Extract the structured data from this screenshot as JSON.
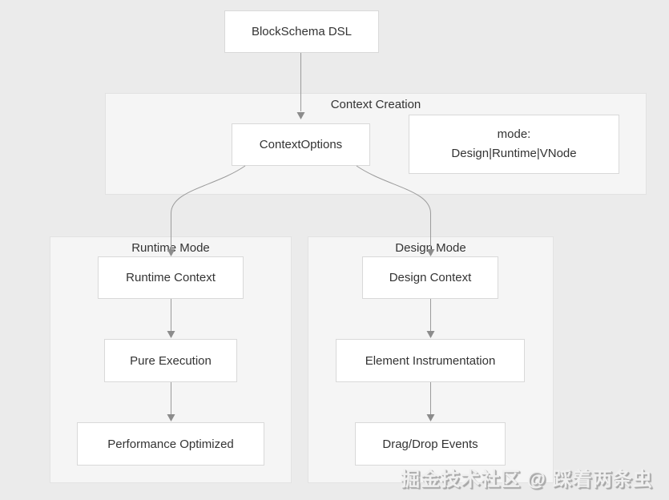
{
  "colors": {
    "page_background": "#ebebeb",
    "container_background": "#f5f5f5",
    "container_border": "#e2e2e2",
    "node_background": "#ffffff",
    "node_border": "#d9d9d9",
    "text": "#333333",
    "connector_line": "#9b9b9b",
    "connector_arrowhead": "#8c8c8c",
    "watermark_fill": "#f0f0f0",
    "watermark_shadow": "#9e9e9e"
  },
  "diagram": {
    "root_node": {
      "label": "BlockSchema DSL"
    },
    "context_creation": {
      "title": "Context Creation",
      "context_options_node": {
        "label": "ContextOptions"
      },
      "mode_node": {
        "line1": "mode:",
        "line2": "Design|Runtime|VNode"
      }
    },
    "runtime_mode": {
      "title": "Runtime Mode",
      "nodes": [
        "Runtime Context",
        "Pure Execution",
        "Performance Optimized"
      ]
    },
    "design_mode": {
      "title": "Design Mode",
      "nodes": [
        "Design Context",
        "Element Instrumentation",
        "Drag/Drop Events"
      ]
    }
  },
  "watermark": {
    "text": "掘金技术社区 @ 踩着两条虫"
  }
}
